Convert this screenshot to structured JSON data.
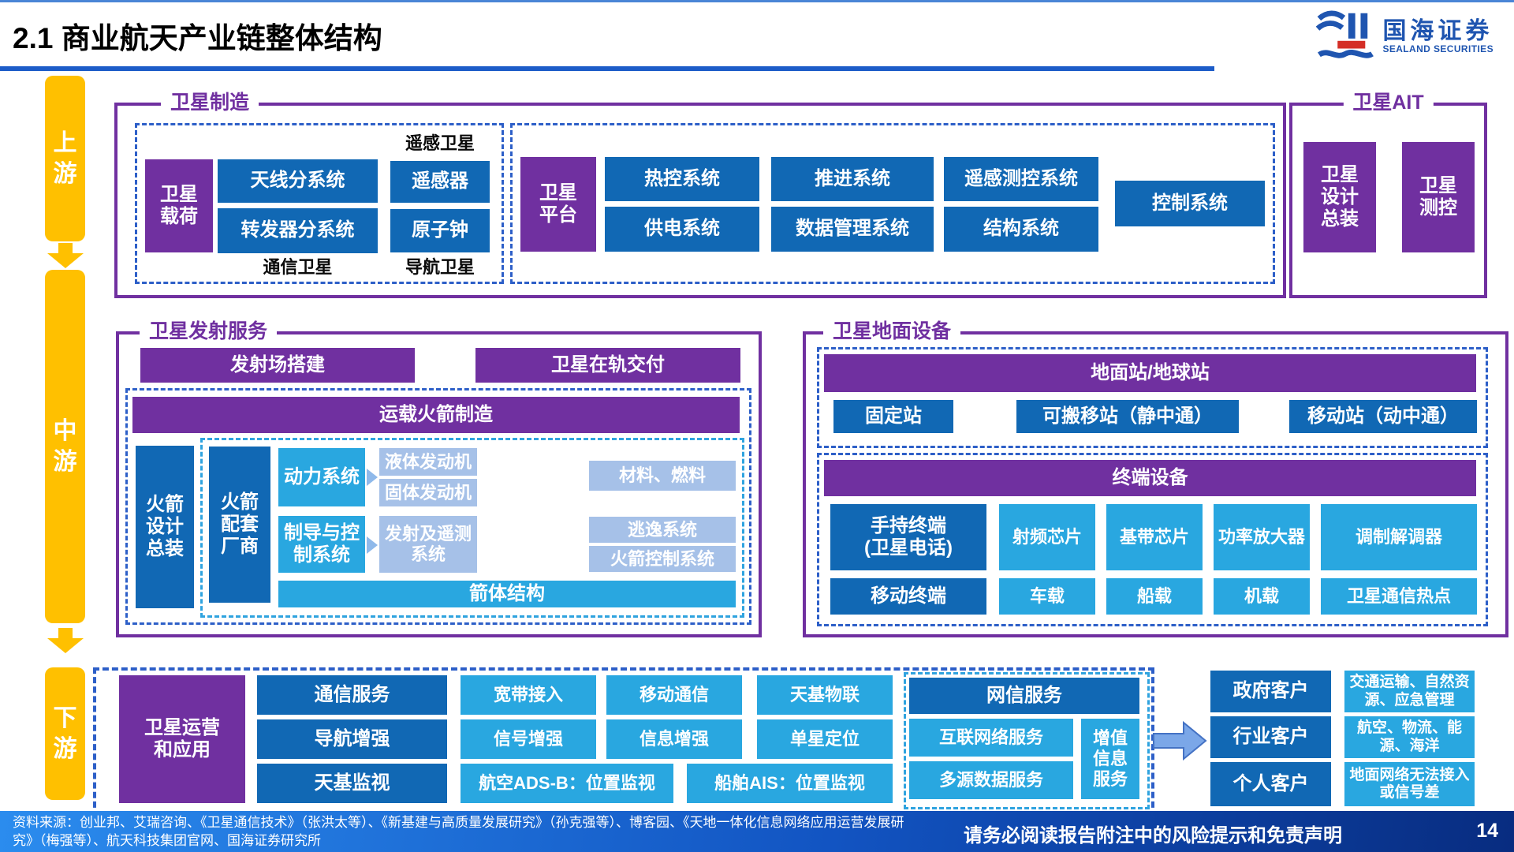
{
  "header": {
    "title": "2.1 商业航天产业链整体结构",
    "logo": {
      "cn": "国海证券",
      "en": "SEALAND SECURITIES"
    }
  },
  "rail": {
    "up": "上游",
    "mid": "中游",
    "down": "下游"
  },
  "manufacturing": {
    "label": "卫星制造",
    "payload": {
      "name": "卫星\n载荷",
      "tag_top": "遥感卫星",
      "tag_bottom_left": "通信卫星",
      "tag_bottom_right": "导航卫星",
      "antenna": "天线分系统",
      "transponder": "转发器分系统",
      "sensor": "遥感器",
      "atomic_clock": "原子钟"
    },
    "platform": {
      "name": "卫星\n平台",
      "boxes_row1": [
        "热控系统",
        "推进系统",
        "遥感测控系统"
      ],
      "boxes_row2": [
        "供电系统",
        "数据管理系统",
        "结构系统"
      ],
      "control": "控制系统"
    }
  },
  "ait": {
    "label": "卫星AIT",
    "design": "卫星\n设计\n总装",
    "ttc": "卫星\n测控"
  },
  "launch": {
    "label": "卫星发射服务",
    "site": "发射场搭建",
    "delivery": "卫星在轨交付",
    "rocket_banner": "运载火箭制造",
    "design": "火箭\n设计\n总装",
    "suppliers": "火箭\n配套\n厂商",
    "power": "动力系统",
    "liquid": "液体发动机",
    "solid": "固体发动机",
    "materials": "材料、燃料",
    "guidance": "制导与控\n制系统",
    "telemetry": "发射及遥测\n系统",
    "escape": "逃逸系统",
    "rocket_control": "火箭控制系统",
    "body": "箭体结构"
  },
  "ground": {
    "label": "卫星地面设备",
    "station_banner": "地面站/地球站",
    "stations": [
      "固定站",
      "可搬移站（静中通）",
      "移动站（动中通）"
    ],
    "terminal_banner": "终端设备",
    "row1": [
      "手持终端\n(卫星电话)",
      "射频芯片",
      "基带芯片",
      "功率放大器",
      "调制解调器"
    ],
    "row2": [
      "移动终端",
      "车载",
      "船载",
      "机载",
      "卫星通信热点"
    ]
  },
  "downstream": {
    "operator": "卫星运营\n和应用",
    "rows": [
      {
        "head": "通信服务",
        "items": [
          "宽带接入",
          "移动通信",
          "天基物联"
        ]
      },
      {
        "head": "导航增强",
        "items": [
          "信号增强",
          "信息增强",
          "单星定位"
        ]
      },
      {
        "head": "天基监视",
        "items": [
          "航空ADS-B：位置监视",
          "船舶AIS：位置监视"
        ]
      }
    ],
    "netinfo": {
      "head": "网信服务",
      "items": [
        "互联网络服务",
        "多源数据服务"
      ],
      "side": "增值\n信息\n服务"
    },
    "customers": [
      {
        "name": "政府客户",
        "desc": "交通运输、自然资源、应急管理"
      },
      {
        "name": "行业客户",
        "desc": "航空、物流、能源、海洋"
      },
      {
        "name": "个人客户",
        "desc": "地面网络无法接入或信号差"
      }
    ]
  },
  "footer": {
    "source": "资料来源：创业邦、艾瑞咨询、《卫星通信技术》（张洪太等）、《新基建与高质量发展研究》（孙克强等）、博客园、《天地一体化信息网络应用运营发展研究》（梅强等）、航天科技集团官网、国海证券研究所",
    "disclaimer": "请务必阅读报告附注中的风险提示和免责声明",
    "page": "14"
  },
  "colors": {
    "purple": "#7030A0",
    "dark_blue": "#1168B4",
    "cyan": "#29A7E0",
    "periwinkle": "#A6C1E8",
    "dash_blue": "#2D5FC8",
    "dash_cyan": "#2FA3DF",
    "yellow": "#FFC000"
  }
}
